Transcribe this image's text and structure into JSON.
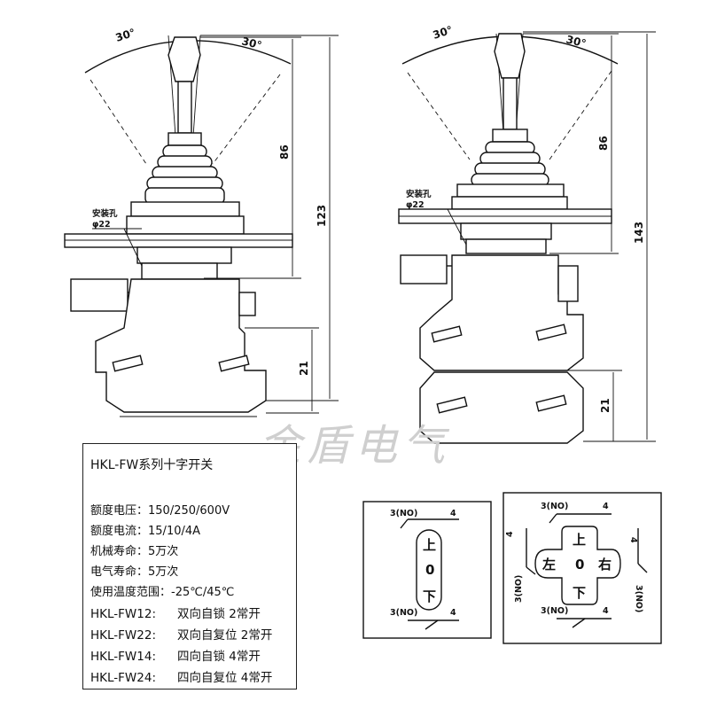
{
  "left_drawing": {
    "angle_left": "30°",
    "angle_right": "30°",
    "dim_upper": "86",
    "dim_total": "123",
    "dim_lower": "21",
    "hole_label": "安装孔",
    "hole_dia": "φ22"
  },
  "right_drawing": {
    "angle_left": "30°",
    "angle_right": "30°",
    "dim_upper": "86",
    "dim_total": "143",
    "dim_lower": "21",
    "hole_label": "安装孔",
    "hole_dia": "φ22"
  },
  "watermark": "金盾电气",
  "spec": {
    "title": "HKL-FW系列十字开关",
    "rows": [
      {
        "k": "额度电压：",
        "v": "150/250/600V"
      },
      {
        "k": "额度电流：",
        "v": "15/10/4A"
      },
      {
        "k": "机械寿命：",
        "v": "5万次"
      },
      {
        "k": "电气寿命：",
        "v": "5万次"
      },
      {
        "k": "使用温度范围：",
        "v": "-25℃/45℃"
      }
    ],
    "models": [
      {
        "m": "HKL-FW12:",
        "d": "双向自锁 2常开"
      },
      {
        "m": "HKL-FW22:",
        "d": "双向自复位 2常开"
      },
      {
        "m": "HKL-FW14:",
        "d": "四向自锁 4常开"
      },
      {
        "m": "HKL-FW24:",
        "d": "四向自复位 4常开"
      }
    ]
  },
  "two_way": {
    "top_no": "3(NO)",
    "top_4": "4",
    "up": "上",
    "zero": "0",
    "down": "下",
    "bottom_no": "3(NO)",
    "bottom_4": "4"
  },
  "four_way": {
    "top_no": "3(NO)",
    "top_4": "4",
    "left_4": "4",
    "right_4": "4",
    "left_no": "3(NO)",
    "right_no": "3(NO)",
    "up": "上",
    "left": "左",
    "zero": "0",
    "right": "右",
    "down": "下",
    "bottom_no": "3(NO)",
    "bottom_4": "4"
  }
}
